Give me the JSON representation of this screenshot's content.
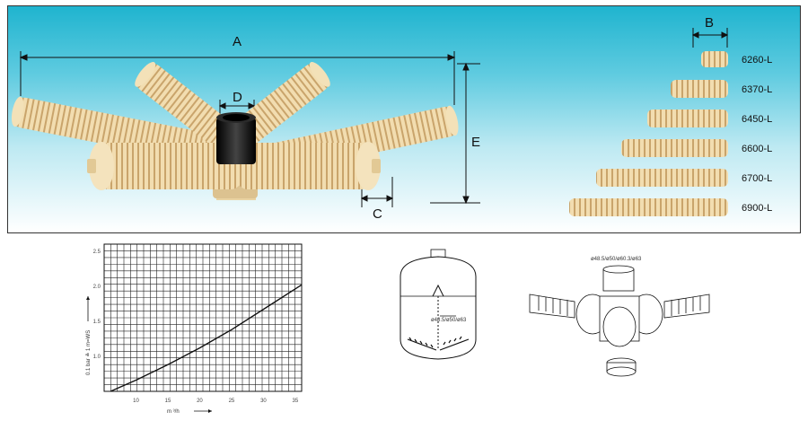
{
  "dimensions": {
    "a": "A",
    "b": "B",
    "c": "C",
    "d": "D",
    "e": "E"
  },
  "models": [
    "6260-L",
    "6370-L",
    "6450-L",
    "6600-L",
    "6700-L",
    "6900-L"
  ],
  "graph": {
    "x_ticks": [
      "10",
      "15",
      "20",
      "25",
      "30",
      "35"
    ],
    "y_ticks": [
      "1.0",
      "1.5",
      "2.0",
      "2.5"
    ],
    "xlabel": "m ³/h",
    "ylabel": "0.1 bar ≙ 1 m=WS"
  },
  "chart_data": {
    "type": "line",
    "title": "",
    "xlabel": "m ³/h",
    "ylabel": "0.1 bar ≙ 1 m=WS",
    "xlim": [
      5,
      36
    ],
    "ylim": [
      0.5,
      2.6
    ],
    "series": [
      {
        "x": [
          6,
          10,
          15,
          20,
          25,
          30,
          36
        ],
        "y": [
          0.5,
          0.66,
          0.88,
          1.12,
          1.38,
          1.67,
          2.02
        ]
      }
    ]
  },
  "tank": {
    "label": "ø48.5/ø50/ø63"
  },
  "hub": {
    "label": "ø48.5/ø50/ø60.3/ø63"
  },
  "colors": {
    "nozzle": "#f0d9a8",
    "rib": "#c9a871",
    "hub": "#1a1a1a",
    "panel_top": "#1fb4cf"
  }
}
